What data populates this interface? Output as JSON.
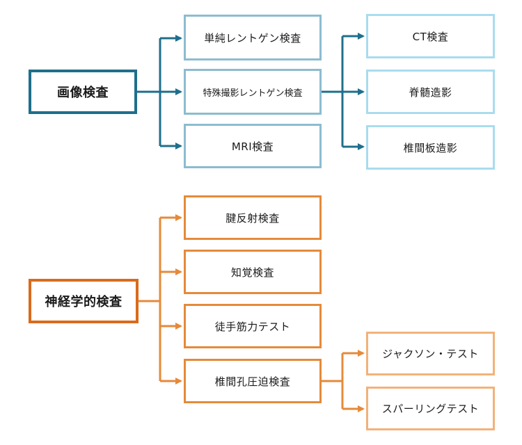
{
  "imaging": {
    "root": "画像検査",
    "children": [
      "単純レントゲン検査",
      "特殊撮影レントゲン検査",
      "MRI検査"
    ],
    "special_children": [
      "CT検査",
      "脊髄造影",
      "椎間板造影"
    ]
  },
  "neuro": {
    "root": "神経学的検査",
    "children": [
      "腱反射検査",
      "知覚検査",
      "徒手筋力テスト",
      "椎間孔圧迫検査"
    ],
    "foraminal_children": [
      "ジャクソン・テスト",
      "スパーリングテスト"
    ]
  },
  "colors": {
    "imaging_root_border": "#1f6f8b",
    "imaging_child_border": "#8cbcd0",
    "imaging_grandchild_border": "#a9dcee",
    "neuro_root_border": "#d96b1c",
    "neuro_child_border": "#e58a3a",
    "neuro_grandchild_border": "#f2b27a"
  }
}
